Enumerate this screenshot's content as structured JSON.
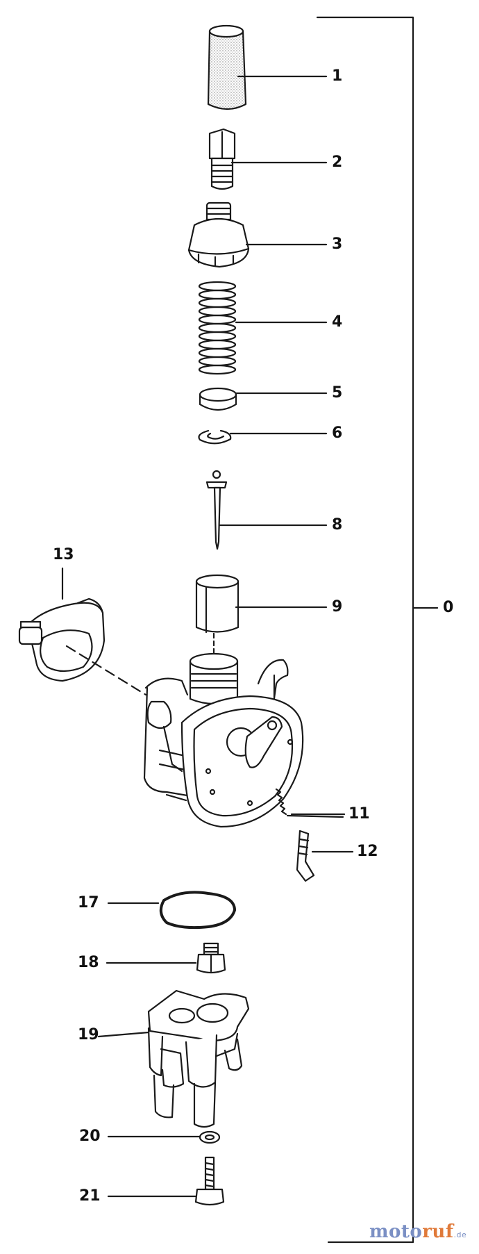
{
  "diagram": {
    "callouts": [
      {
        "id": "1",
        "label": "1"
      },
      {
        "id": "2",
        "label": "2"
      },
      {
        "id": "3",
        "label": "3"
      },
      {
        "id": "4",
        "label": "4"
      },
      {
        "id": "5",
        "label": "5"
      },
      {
        "id": "6",
        "label": "6"
      },
      {
        "id": "8",
        "label": "8"
      },
      {
        "id": "9",
        "label": "9"
      },
      {
        "id": "0",
        "label": "0"
      },
      {
        "id": "11",
        "label": "11"
      },
      {
        "id": "12",
        "label": "12"
      },
      {
        "id": "13",
        "label": "13"
      },
      {
        "id": "17",
        "label": "17"
      },
      {
        "id": "18",
        "label": "18"
      },
      {
        "id": "19",
        "label": "19"
      },
      {
        "id": "20",
        "label": "20"
      },
      {
        "id": "21",
        "label": "21"
      }
    ]
  },
  "watermark": {
    "text_a": "moto",
    "text_b": "ruf",
    "text_c": ".de",
    "color_a": "#7a8fc4",
    "color_b": "#e07a3a"
  }
}
